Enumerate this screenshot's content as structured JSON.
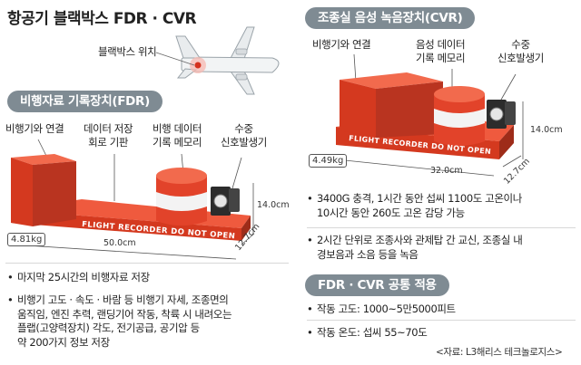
{
  "title": "항공기 블랙박스 FDR · CVR",
  "plane": {
    "label": "블랙박스 위치"
  },
  "fdr": {
    "heading": "비행자료 기록장치(FDR)",
    "labels": {
      "connect": "비행기와 연결",
      "board": "데이터 저장\n회로 기판",
      "memory": "비행 데이터\n기록 메모리",
      "beacon": "수중\n신호발생기"
    },
    "device_text": "FLIGHT RECORDER DO NOT OPEN",
    "weight": "4.81kg",
    "dims": {
      "length": "50.0cm",
      "width": "12.7cm",
      "height": "14.0cm"
    },
    "bullets": [
      "마지막 25시간의 비행자료 저장",
      "비행기 고도 · 속도 · 바람 등 비행기 자세, 조종면의\n움직임, 엔진 추력, 랜딩기어 작동, 착륙 시 내려오는\n플랩(고양력장치) 각도, 전기공급, 공기압 등\n약 200가지 정보 저장"
    ]
  },
  "cvr": {
    "heading": "조종실 음성 녹음장치(CVR)",
    "labels": {
      "connect": "비행기와 연결",
      "memory": "음성 데이터\n기록 메모리",
      "beacon": "수중\n신호발생기"
    },
    "device_text": "FLIGHT RECORDER DO NOT OPEN",
    "weight": "4.49kg",
    "dims": {
      "length": "32.0cm",
      "width": "12.7cm",
      "height": "14.0cm"
    },
    "bullets": [
      "3400G 충격, 1시간 동안 섭씨 1100도 고온이나\n10시간 동안 260도 고온 감당 가능",
      "2시간 단위로 조종사와 관제탑 간 교신, 조종실 내\n경보음과 소음 등을 녹음"
    ]
  },
  "common": {
    "heading": "FDR · CVR 공통 적용",
    "bullets": [
      "작동 고도: 1000~5만5000피트",
      "작동 온도: 섭씨 55~70도"
    ],
    "source": "<자료: L3해리스 테크놀로지스>"
  },
  "colors": {
    "device": "#e2432a",
    "device_dark": "#a9301d",
    "pill": "#7f8b93",
    "beacon": "#2c2c2c"
  }
}
